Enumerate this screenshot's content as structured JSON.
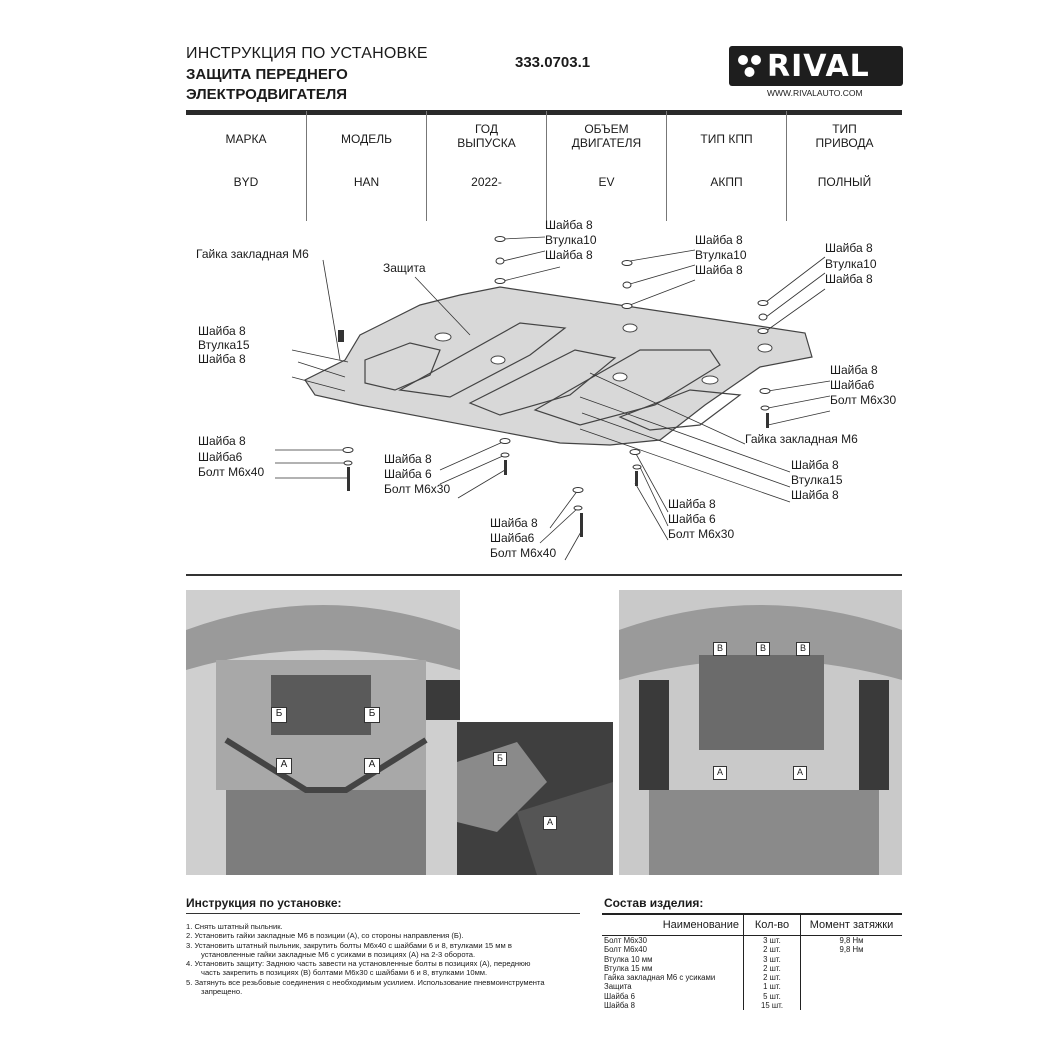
{
  "header": {
    "title_line1": "ИНСТРУКЦИЯ ПО УСТАНОВКЕ",
    "title_line2": "ЗАЩИТА ПЕРЕДНЕГО",
    "title_line3": "ЭЛЕКТРОДВИГАТЕЛЯ",
    "part_number": "333.0703.1",
    "logo_text": "RIVAL",
    "website": "WWW.RIVALAUTO.COM"
  },
  "spec_table": {
    "headers": [
      "МАРКА",
      "МОДЕЛЬ",
      "ГОД\nВЫПУСКА",
      "ОБЪЕМ\nДВИГАТЕЛЯ",
      "ТИП КПП",
      "ТИП\nПРИВОДА"
    ],
    "values": [
      "BYD",
      "HAN",
      "2022-",
      "EV",
      "АКПП",
      "ПОЛНЫЙ"
    ]
  },
  "diagram_labels": {
    "gaika_left": "Гайка закладная М6",
    "zashchita": "Защита",
    "top1": [
      "Шайба 8",
      "Втулка10",
      "Шайба 8"
    ],
    "top2": [
      "Шайба 8",
      "Втулка10",
      "Шайба 8"
    ],
    "top3": [
      "Шайба 8",
      "Втулка10",
      "Шайба 8"
    ],
    "left_mid": [
      "Шайба 8",
      "Втулка15",
      "Шайба 8"
    ],
    "right_mid": [
      "Шайба 8",
      "Шайба6",
      "Болт М6х30"
    ],
    "gaika_right": "Гайка закладная М6",
    "left_low": [
      "Шайба 8",
      "Шайба6",
      "Болт М6х40"
    ],
    "center_low": [
      "Шайба 8",
      "Шайба 6",
      "Болт М6х30"
    ],
    "right_low1": [
      "Шайба 8",
      "Втулка15",
      "Шайба 8"
    ],
    "bottom_center": [
      "Шайба 8",
      "Шайба6",
      "Болт М6х40"
    ],
    "right_low2": [
      "Шайба 8",
      "Шайба 6",
      "Болт М6х30"
    ]
  },
  "photo_markers": {
    "a": "А",
    "b": "Б",
    "v": "В"
  },
  "instructions": {
    "title": "Инструкция по установке:",
    "steps": [
      "1.  Снять штатный пыльник.",
      "2.  Установить гайки закладные М6 в позиции (А), со стороны направления (Б).",
      "3.  Установить штатный пыльник, закрутить болты М6х40 с шайбами 6 и 8, втулками 15 мм в установленные гайки закладные М6 с усиками в позициях (А) на 2-3 оборота.",
      "4.  Установить защиту: Заднюю часть завести на установленные болты в позициях (А), переднюю часть закрепить в позициях (В) болтами М6х30 с шайбами 6 и 8, втулками 10мм.",
      "5.  Затянуть все резьбовые соединения с необходимым усилием. Использование пневмоинструмента запрещено."
    ]
  },
  "composition": {
    "title": "Состав изделия:",
    "headers": [
      "Наименование",
      "Кол-во",
      "Момент затяжки"
    ],
    "rows": [
      [
        "Болт М6х30",
        "3 шт.",
        "9,8 Нм"
      ],
      [
        "Болт М6х40",
        "2 шт.",
        "9,8 Нм"
      ],
      [
        "Втулка 10 мм",
        "3 шт.",
        ""
      ],
      [
        "Втулка 15 мм",
        "2 шт.",
        ""
      ],
      [
        "Гайка закладная М6 с усиками",
        "2 шт.",
        ""
      ],
      [
        "Защита",
        "1 шт.",
        ""
      ],
      [
        "Шайба 6",
        "5 шт.",
        ""
      ],
      [
        "Шайба 8",
        "15 шт.",
        ""
      ]
    ]
  }
}
